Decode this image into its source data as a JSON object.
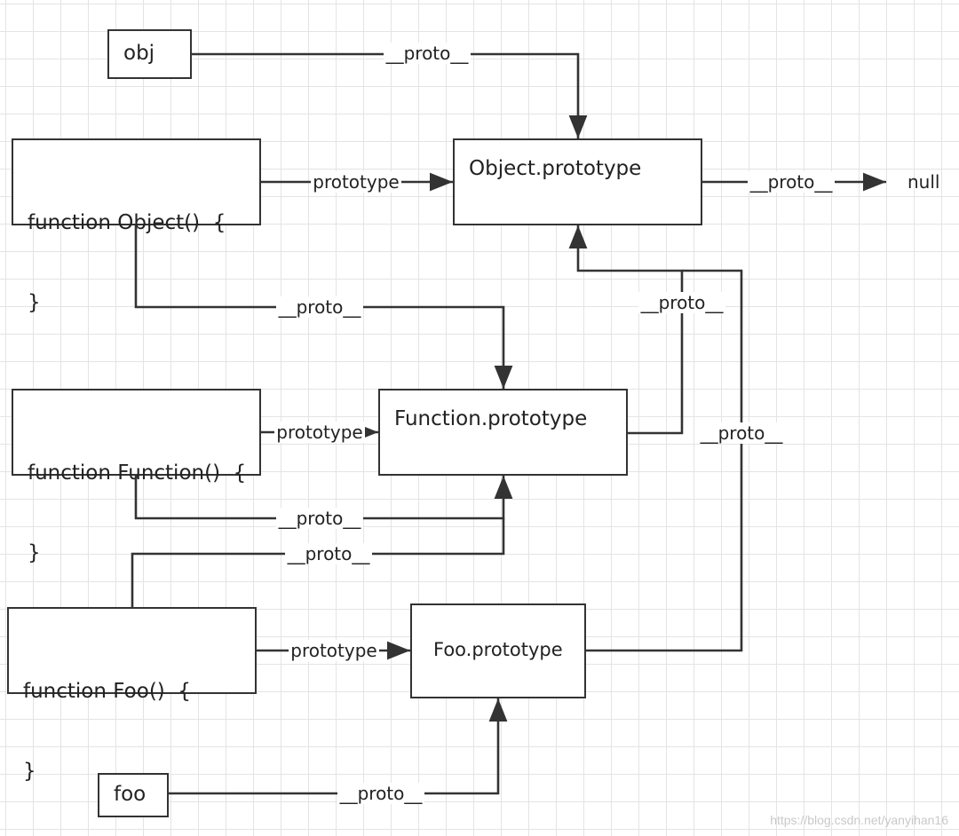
{
  "nodes": {
    "obj": "obj",
    "object_fn_line1": "function Object()  {",
    "object_fn_line2": "}",
    "object_prototype": "Object.prototype",
    "null_label": "null",
    "function_fn_line1": "function Function()  {",
    "function_fn_line2": "}",
    "function_prototype": "Function.prototype",
    "foo_fn_line1": "function Foo()  {",
    "foo_fn_line2": "}",
    "foo_prototype": "Foo.prototype",
    "foo": "foo"
  },
  "edges": {
    "obj_to_object_prototype": "__proto__",
    "object_to_object_prototype": "prototype",
    "object_prototype_to_null": "__proto__",
    "object_to_function_prototype": "__proto__",
    "function_prototype_to_object_prototype": "__proto__",
    "foo_prototype_to_object_prototype": "__proto__",
    "function_to_function_prototype": "prototype",
    "function_to_function_prototype_proto": "__proto__",
    "foo_to_function_prototype_proto": "__proto__",
    "foo_fn_to_foo_prototype": "prototype",
    "foo_instance_to_foo_prototype": "__proto__"
  },
  "watermark": "https://blog.csdn.net/yanyihan16"
}
